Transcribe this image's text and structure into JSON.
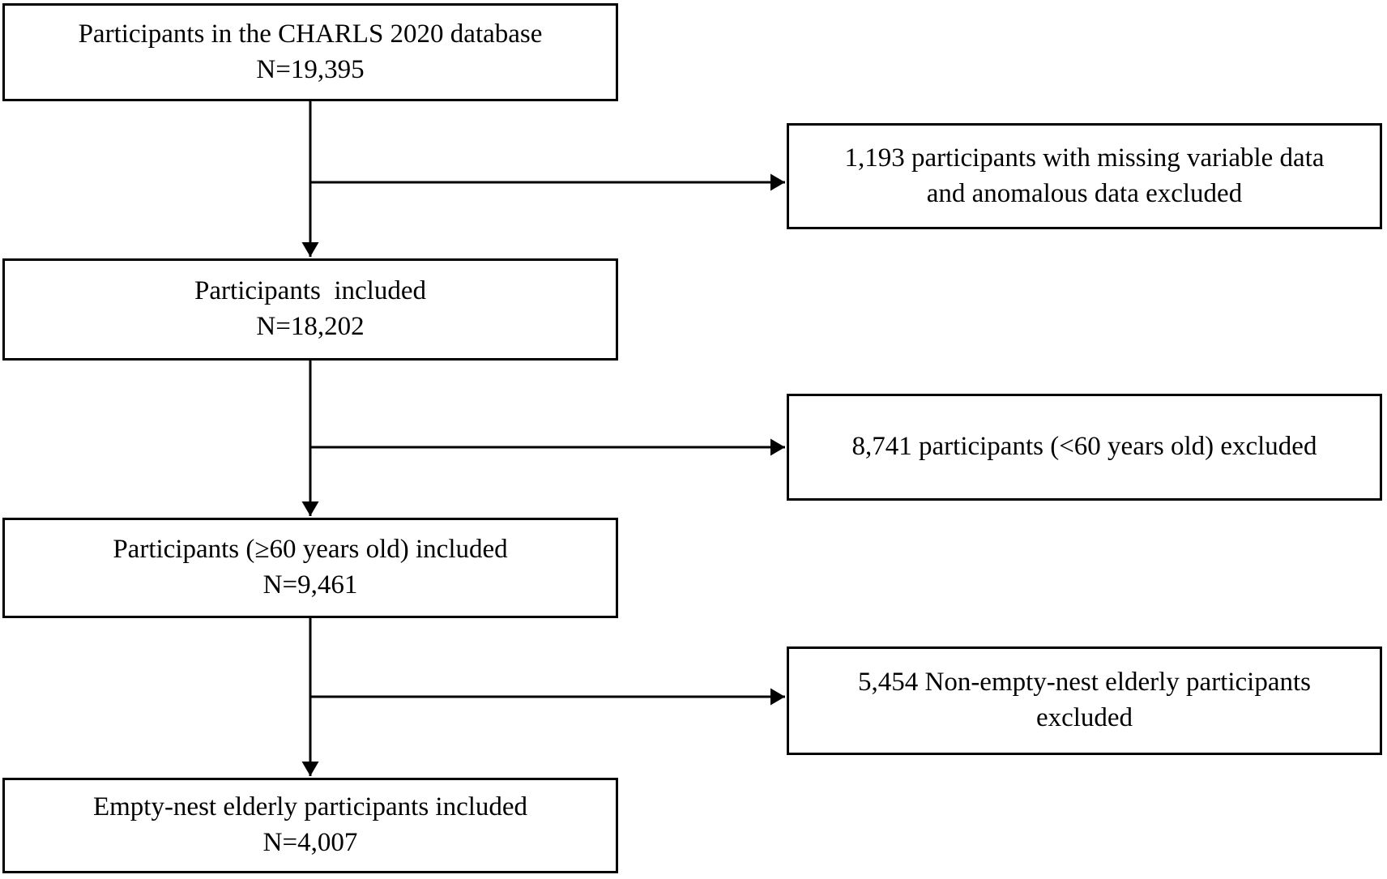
{
  "diagram": {
    "type": "flowchart",
    "colors": {
      "border": "#000000",
      "text": "#000000",
      "background": "#ffffff"
    },
    "boxes": {
      "database": {
        "line1": "Participants in the CHARLS 2020 database",
        "line2": "N=19,395"
      },
      "included": {
        "line1": "Participants  included",
        "line2": "N=18,202"
      },
      "age60": {
        "line1": "Participants (≥60 years old) included",
        "line2": "N=9,461"
      },
      "empty_nest": {
        "line1": "Empty-nest elderly participants included",
        "line2": "N=4,007"
      },
      "excl_missing": {
        "line1": "1,193 participants with missing variable data",
        "line2": "and anomalous data excluded"
      },
      "excl_under60": {
        "line1": "8,741 participants (<60 years old) excluded"
      },
      "excl_non_empty_nest": {
        "line1": "5,454 Non-empty-nest elderly participants",
        "line2": "excluded"
      }
    }
  }
}
